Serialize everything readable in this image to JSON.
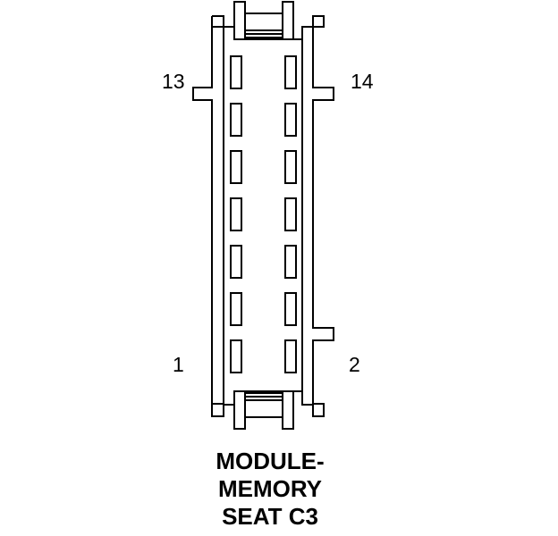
{
  "pin_labels": {
    "top_left": "13",
    "top_right": "14",
    "bottom_left": "1",
    "bottom_right": "2"
  },
  "caption": {
    "line1": "MODULE-",
    "line2": "MEMORY",
    "line3": "SEAT C3"
  },
  "colors": {
    "stroke": "#000000",
    "background": "#ffffff"
  }
}
